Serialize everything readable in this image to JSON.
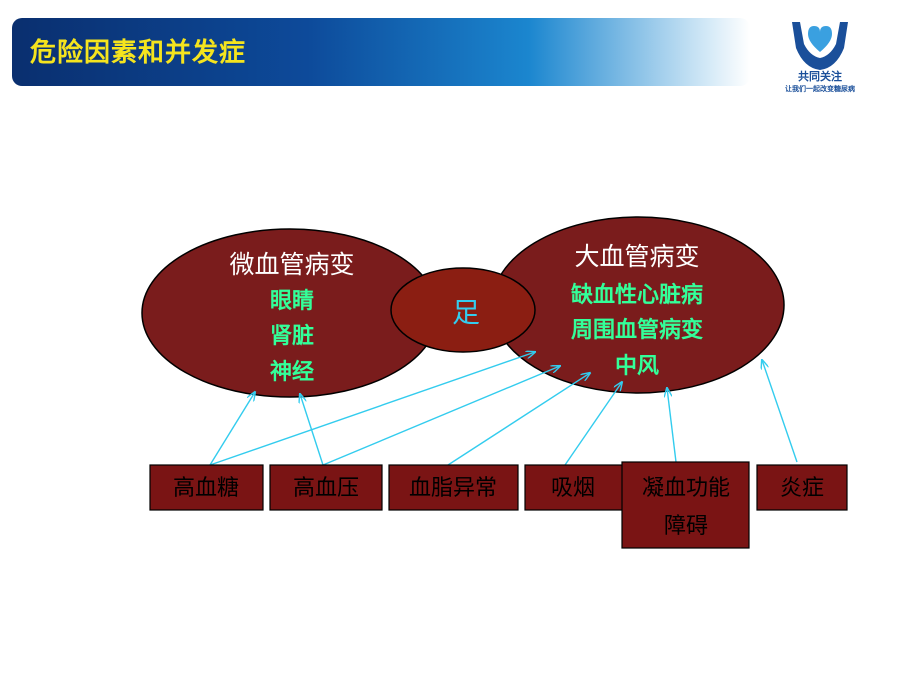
{
  "header": {
    "title": "危险因素和并发症",
    "logo_text": "共同关注",
    "logo_tagline": "让我们一起改变糖尿病"
  },
  "micro": {
    "title": "微血管病变",
    "items": [
      "眼睛",
      "肾脏",
      "神经"
    ]
  },
  "macro": {
    "title": "大血管病变",
    "items": [
      "缺血性心脏病",
      "周围血管病变",
      "中风"
    ]
  },
  "foot": {
    "label": "足"
  },
  "factors": [
    {
      "label": "高血糖"
    },
    {
      "label": "高血压"
    },
    {
      "label": "血脂异常"
    },
    {
      "label": "吸烟"
    },
    {
      "label_lines": [
        "凝血功能",
        "障碍"
      ]
    },
    {
      "label": "炎症"
    }
  ],
  "colors": {
    "ellipse_fill": "#7a1c1c",
    "foot_fill": "#8b1e12",
    "box_fill": "#7a1414",
    "arrow": "#33ccee",
    "title_text": "#f5e41e",
    "item_text": "#33ff99"
  }
}
